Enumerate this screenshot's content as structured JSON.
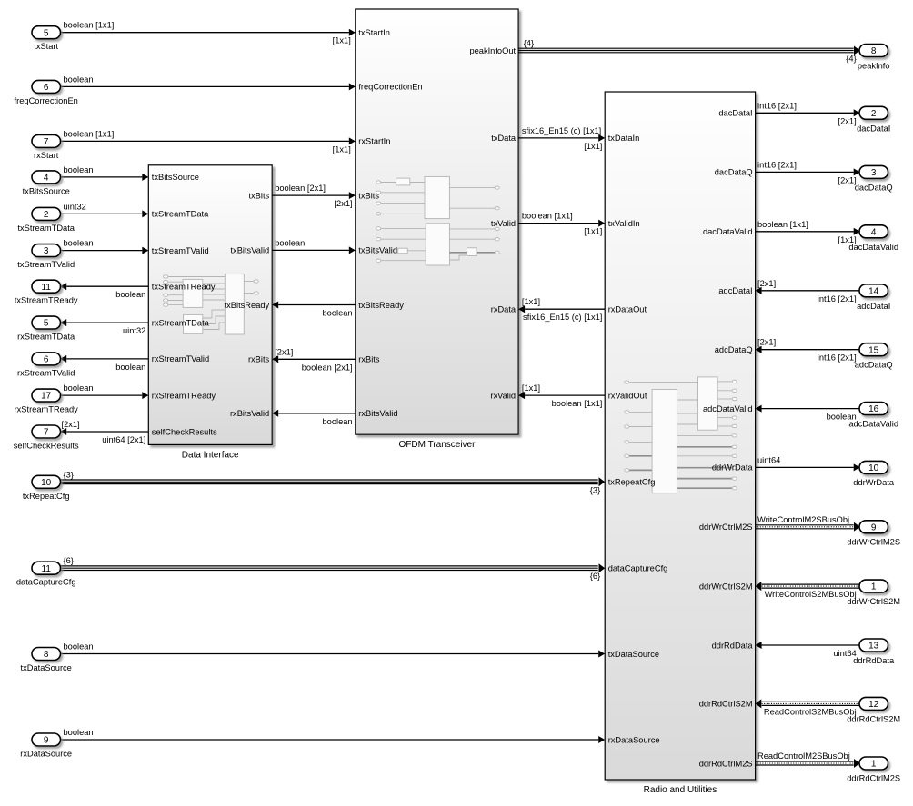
{
  "blocks": [
    {
      "label": "Data Interface",
      "left_ports": [
        "txBitsSource",
        "txStreamTData",
        "txStreamTValid",
        "txStreamTReady",
        "rxStreamTData",
        "rxStreamTValid",
        "rxStreamTReady",
        "selfCheckResults"
      ],
      "right_ports": [
        "txBits",
        "txBitsValid",
        "txBitsReady",
        "rxBits",
        "rxBitsValid"
      ]
    },
    {
      "label": "OFDM Transceiver",
      "left_ports": [
        "txStartIn",
        "freqCorrectionEn",
        "rxStartIn",
        "txBits",
        "txBitsValid",
        "txBitsReady",
        "rxBits",
        "rxBitsValid"
      ],
      "right_ports": [
        "peakInfoOut",
        "txData",
        "txValid",
        "rxData",
        "rxValid"
      ]
    },
    {
      "label": "Radio and Utilities",
      "left_ports": [
        "txDataIn",
        "txValidIn",
        "rxDataOut",
        "rxValidOut",
        "txRepeatCfg",
        "dataCaptureCfg",
        "txDataSource",
        "rxDataSource"
      ],
      "right_ports": [
        "dacDataI",
        "dacDataQ",
        "dacDataValid",
        "adcDataI",
        "adcDataQ",
        "adcDataValid",
        "ddrWrData",
        "ddrWrCtrlM2S",
        "ddrWrCtrlS2M",
        "ddrRdData",
        "ddrRdCtrlS2M",
        "ddrRdCtrlM2S"
      ]
    }
  ],
  "left_ports": [
    {
      "num": "5",
      "name": "txStart",
      "type": "boolean [1x1]",
      "block_dim": "[1x1]"
    },
    {
      "num": "6",
      "name": "freqCorrectionEn",
      "type": "boolean"
    },
    {
      "num": "7",
      "name": "rxStart",
      "type": "boolean [1x1]",
      "block_dim": "[1x1]"
    },
    {
      "num": "4",
      "name": "txBitsSource",
      "type": "boolean"
    },
    {
      "num": "2",
      "name": "txStreamTData",
      "type": "uint32"
    },
    {
      "num": "3",
      "name": "txStreamTValid",
      "type": "boolean"
    },
    {
      "num": "11",
      "name": "txStreamTReady",
      "type": "boolean"
    },
    {
      "num": "5",
      "name": "rxStreamTData",
      "type": "uint32"
    },
    {
      "num": "6",
      "name": "rxStreamTValid",
      "type": "boolean"
    },
    {
      "num": "17",
      "name": "rxStreamTReady",
      "type": "boolean"
    },
    {
      "num": "7",
      "name": "selfCheckResults",
      "dim": "[2x1]",
      "type": "uint64 [2x1]"
    },
    {
      "num": "10",
      "name": "txRepeatCfg",
      "type": "{3}",
      "block_dim": "{3}"
    },
    {
      "num": "11",
      "name": "dataCaptureCfg",
      "type": "{6}",
      "block_dim": "{6}"
    },
    {
      "num": "8",
      "name": "txDataSource",
      "type": "boolean"
    },
    {
      "num": "9",
      "name": "rxDataSource",
      "type": "boolean"
    }
  ],
  "right_ports": [
    {
      "num": "8",
      "name": "peakInfo",
      "above": "{4}",
      "below": "{4}"
    },
    {
      "num": "2",
      "name": "dacDataI",
      "above": "int16 [2x1]",
      "below": "[2x1]"
    },
    {
      "num": "3",
      "name": "dacDataQ",
      "above": "int16 [2x1]",
      "below": "[2x1]"
    },
    {
      "num": "4",
      "name": "dacDataValid",
      "above": "boolean [1x1]",
      "below": "[1x1]"
    },
    {
      "num": "14",
      "name": "adcDataI",
      "above": "[2x1]",
      "below": "int16 [2x1]"
    },
    {
      "num": "15",
      "name": "adcDataQ",
      "above": "[2x1]",
      "below": "int16 [2x1]"
    },
    {
      "num": "16",
      "name": "adcDataValid",
      "below": "boolean"
    },
    {
      "num": "10",
      "name": "ddrWrData",
      "above": "uint64"
    },
    {
      "num": "9",
      "name": "ddrWrCtrlM2S",
      "above": "WriteControlM2SBusObj"
    },
    {
      "num": "1",
      "name": "ddrWrCtrlS2M",
      "below": "WriteControlS2MBusObj"
    },
    {
      "num": "13",
      "name": "ddrRdData",
      "below": "uint64"
    },
    {
      "num": "12",
      "name": "ddrRdCtrlS2M",
      "below": "ReadControlS2MBusObj"
    },
    {
      "num": "1",
      "name": "ddrRdCtrlM2S",
      "above": "ReadControlM2SBusObj"
    }
  ],
  "links": {
    "di_ofdm": [
      {
        "above": "boolean [2x1]",
        "below": "[2x1]"
      },
      {
        "above": "boolean"
      },
      {
        "below": "boolean"
      },
      {
        "above": "[2x1]",
        "below": "boolean [2x1]"
      },
      {
        "below": "boolean"
      }
    ],
    "ofdm_radio": [
      {
        "above": "sfix16_En15 (c) [1x1]",
        "below": "[1x1]"
      },
      {
        "above": "boolean [1x1]",
        "below": "[1x1]"
      },
      {
        "above": "[1x1]",
        "below": "sfix16_En15 (c) [1x1]"
      },
      {
        "above": "[1x1]",
        "below": "boolean [1x1]"
      }
    ]
  },
  "colors": {
    "line": "#000000",
    "block_border": "#000000",
    "background": "#ffffff",
    "block_fill_top": "#ffffff",
    "block_fill_bottom": "#d9d9d9",
    "preview": "#b4b4b4"
  }
}
